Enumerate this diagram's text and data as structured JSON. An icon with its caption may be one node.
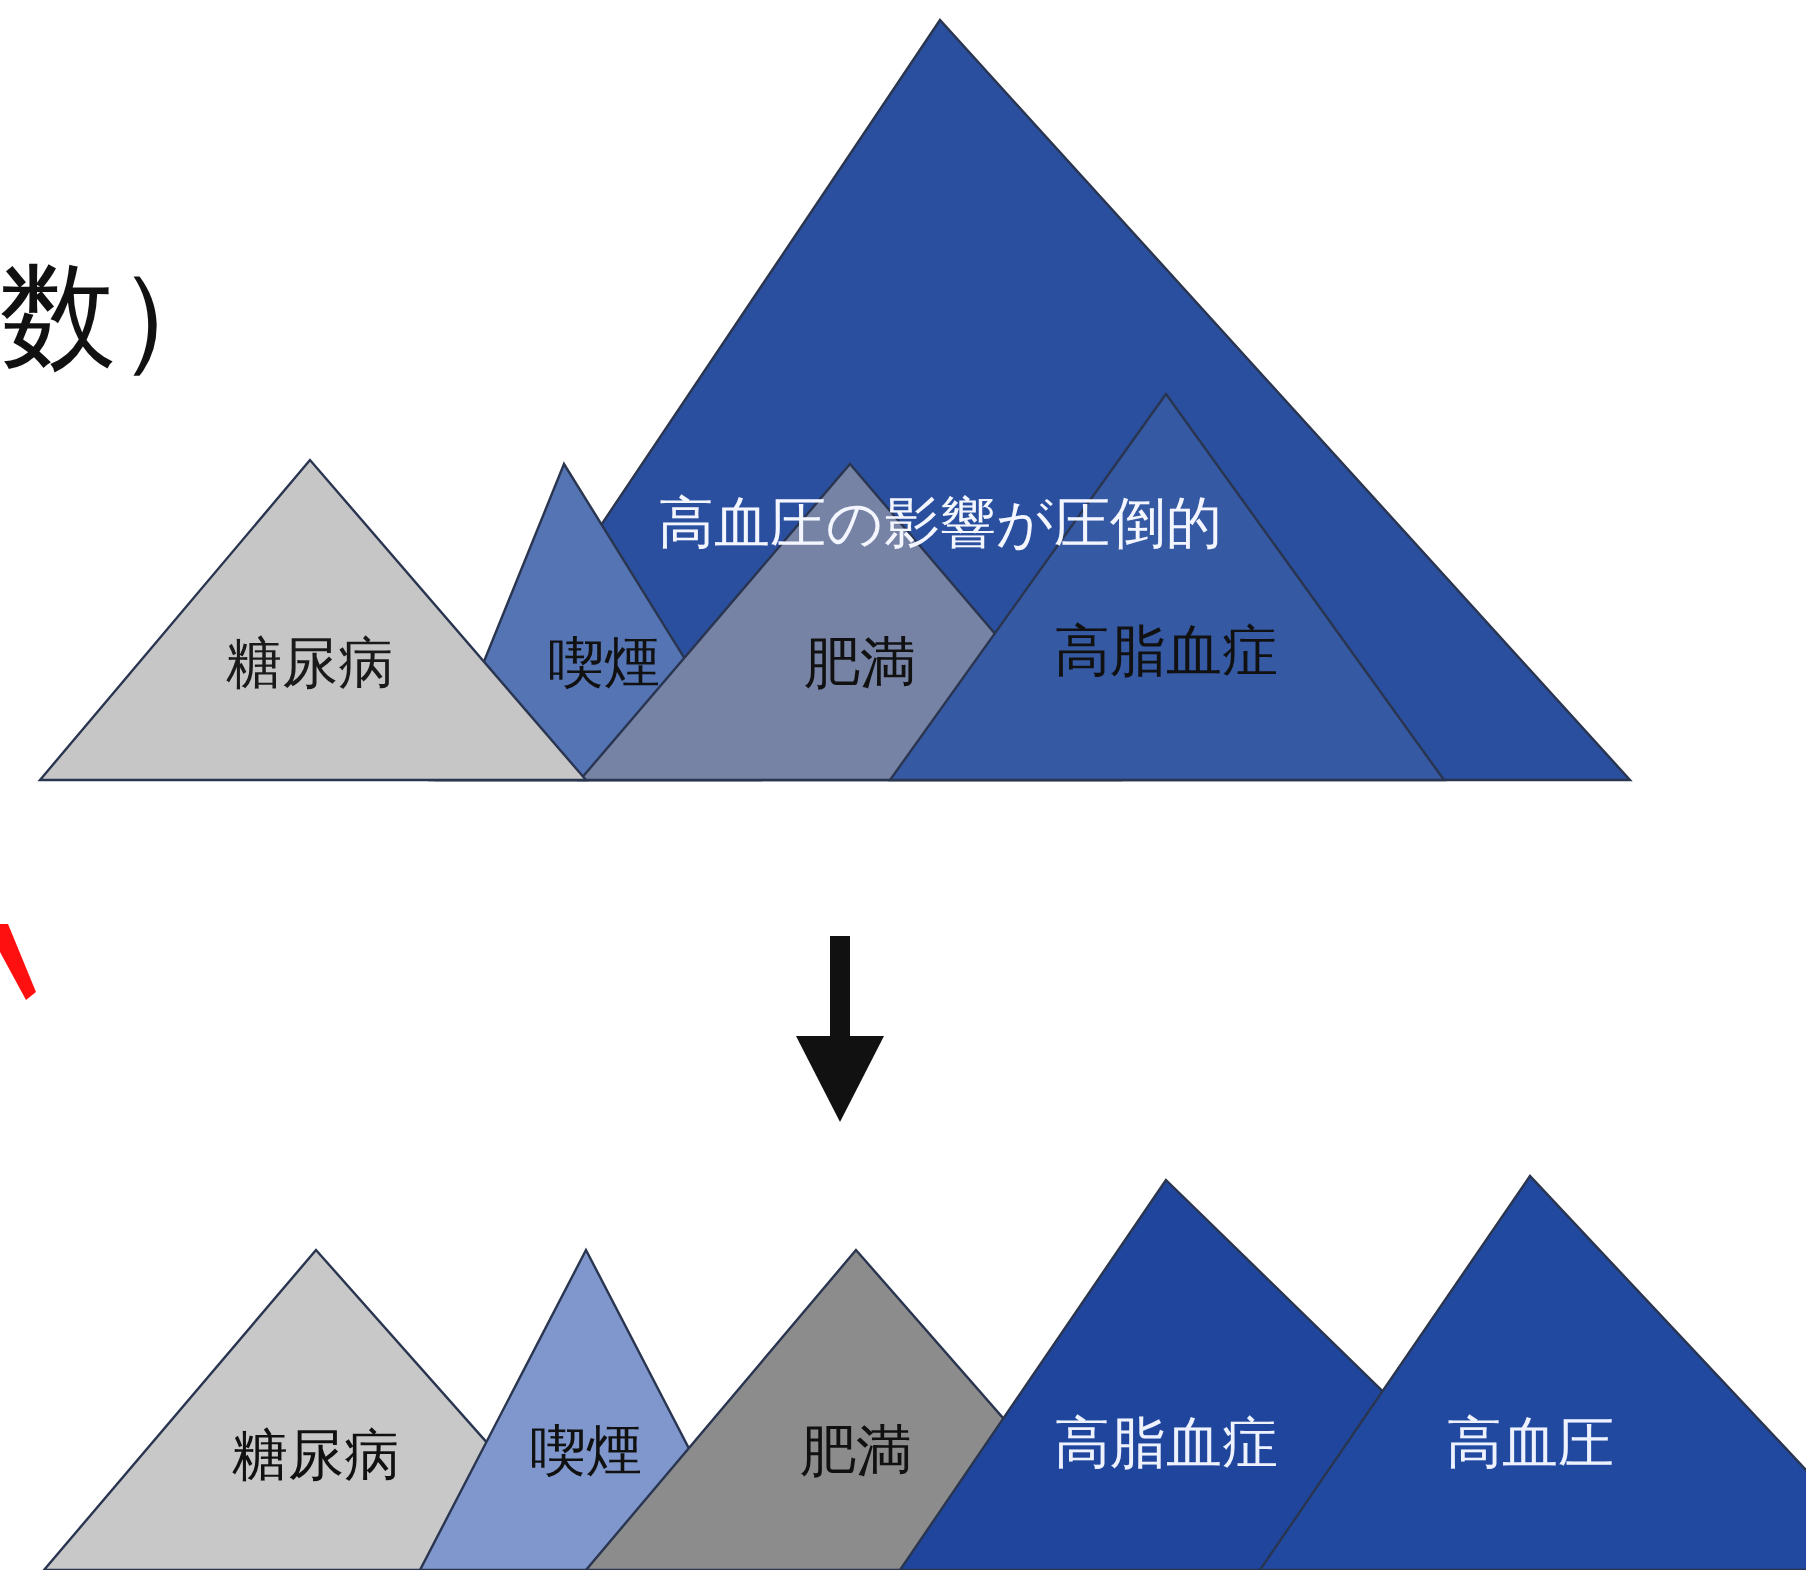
{
  "diagram": {
    "nodes": [
      {
        "text": [
          "高血圧の影響が圧倒的"
        ]
      },
      {
        "text": [
          "糖尿病"
        ]
      },
      {
        "text": [
          "喫煙"
        ],
        "in": 0
      },
      {
        "text": [
          "肥満"
        ],
        "in": 0
      },
      {
        "text": [
          "高脂血症"
        ],
        "in": 0
      },
      {
        "text": [
          "糖尿病"
        ]
      },
      {
        "text": [
          "喫煙"
        ]
      },
      {
        "text": [
          "肥満"
        ]
      },
      {
        "text": [
          "高脂血症"
        ]
      },
      {
        "text": [
          "高血圧"
        ]
      }
    ],
    "labels": [
      "数）"
    ]
  }
}
